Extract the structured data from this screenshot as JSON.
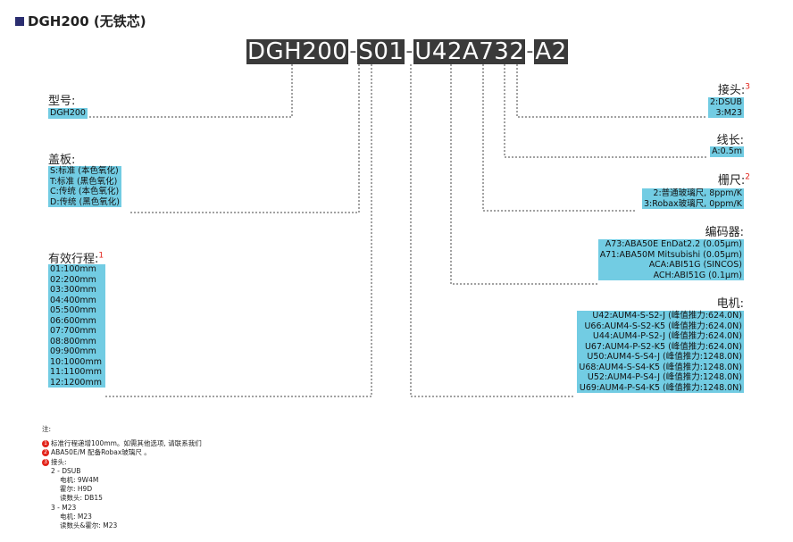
{
  "header": {
    "title": "DGH200 (无铁芯)"
  },
  "code": {
    "segments": [
      "DGH200",
      "S01",
      "U42A732",
      "A2"
    ],
    "separator": "-"
  },
  "model": {
    "label": "型号:",
    "items": [
      "DGH200"
    ]
  },
  "cover": {
    "label": "盖板:",
    "items": [
      "S:标准 (本色氧化)",
      "T:标准 (黑色氧化)",
      "C:传统 (本色氧化)",
      "D:传统 (黑色氧化)"
    ]
  },
  "stroke": {
    "label": "有效行程:",
    "note": "1",
    "items": [
      "01:100mm",
      "02:200mm",
      "03:300mm",
      "04:400mm",
      "05:500mm",
      "06:600mm",
      "07:700mm",
      "08:800mm",
      "09:900mm",
      "10:1000mm",
      "11:1100mm",
      "12:1200mm"
    ]
  },
  "connector": {
    "label": "接头:",
    "note": "3",
    "items": [
      "2:DSUB",
      "3:M23"
    ]
  },
  "cable": {
    "label": "线长:",
    "items": [
      "A:0.5m"
    ]
  },
  "scale": {
    "label": "栅尺:",
    "note": "2",
    "items": [
      "2:普通玻璃尺, 8ppm/K",
      "3:Robax玻璃尺, 0ppm/K"
    ]
  },
  "encoder": {
    "label": "编码器:",
    "items": [
      "A73:ABA50E EnDat2.2 (0.05μm)",
      "A71:ABA50M Mitsubishi (0.05μm)",
      "ACA:ABI51G (SINCOS)",
      "ACH:ABI51G (0.1μm)"
    ]
  },
  "motor": {
    "label": "电机:",
    "items": [
      "U42:AUM4-S-S2-J (峰值推力:624.0N)",
      "U66:AUM4-S-S2-K5 (峰值推力:624.0N)",
      "U44:AUM4-P-S2-J (峰值推力:624.0N)",
      "U67:AUM4-P-S2-K5 (峰值推力:624.0N)",
      "U50:AUM4-S-S4-J (峰值推力:1248.0N)",
      "U68:AUM4-S-S4-K5 (峰值推力:1248.0N)",
      "U52:AUM4-P-S4-J (峰值推力:1248.0N)",
      "U69:AUM4-P-S4-K5 (峰值推力:1248.0N)"
    ]
  },
  "notes": {
    "title": "注:",
    "items": [
      {
        "num": "1",
        "text": "标准行程递增100mm。如需其他选项, 请联系我们"
      },
      {
        "num": "2",
        "text": "ABA50E/M 配备Robax玻璃尺 。"
      },
      {
        "num": "3",
        "text": "接头:"
      }
    ],
    "sub": [
      "2 - DSUB",
      "电机: 9W4M",
      "霍尔: H9D",
      "读数头: DB15",
      "3 - M23",
      "电机: M23",
      "读数头&霍尔: M23"
    ]
  }
}
